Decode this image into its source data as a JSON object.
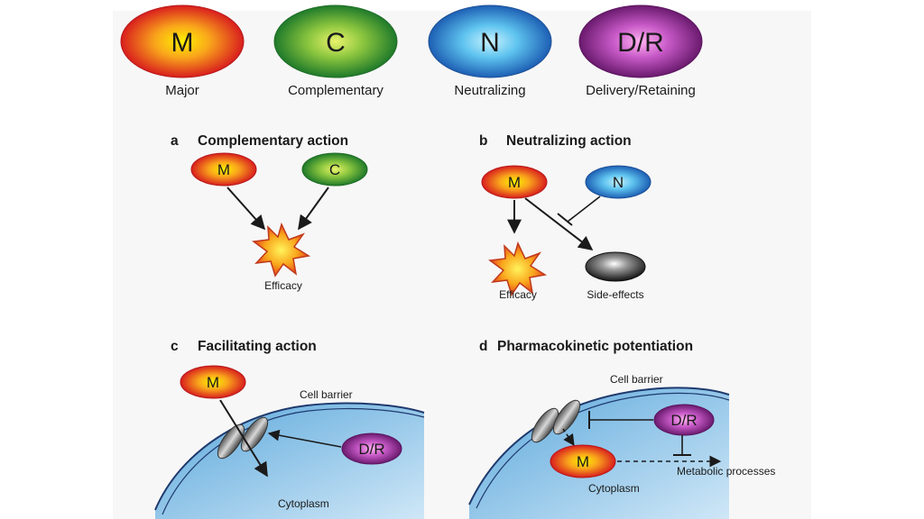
{
  "legend": [
    {
      "key": "major",
      "code": "M",
      "label": "Major"
    },
    {
      "key": "complementary",
      "code": "C",
      "label": "Complementary"
    },
    {
      "key": "neutralizing",
      "code": "N",
      "label": "Neutralizing"
    },
    {
      "key": "delivery",
      "code": "D/R",
      "label": "Delivery/Retaining"
    }
  ],
  "panels": {
    "a": {
      "letter": "a",
      "title": "Complementary action",
      "m": "M",
      "c": "C",
      "efficacy": "Efficacy"
    },
    "b": {
      "letter": "b",
      "title": "Neutralizing action",
      "m": "M",
      "n": "N",
      "efficacy": "Efficacy",
      "side_effects": "Side-effects"
    },
    "c": {
      "letter": "c",
      "title": "Facilitating action",
      "m": "M",
      "dr": "D/R",
      "cell_barrier": "Cell barrier",
      "cytoplasm": "Cytoplasm"
    },
    "d": {
      "letter": "d",
      "title": "Pharmacokinetic potentiation",
      "m": "M",
      "dr": "D/R",
      "cell_barrier": "Cell barrier",
      "cytoplasm": "Cytoplasm",
      "metabolic": "Metabolic processes"
    }
  },
  "colors": {
    "major": "#e8481e",
    "complementary": "#3aa52e",
    "neutralizing": "#2b8fd8",
    "delivery": "#8e2c8e",
    "cell": "#8fc8ec",
    "membrane": "#1e3a6e"
  }
}
